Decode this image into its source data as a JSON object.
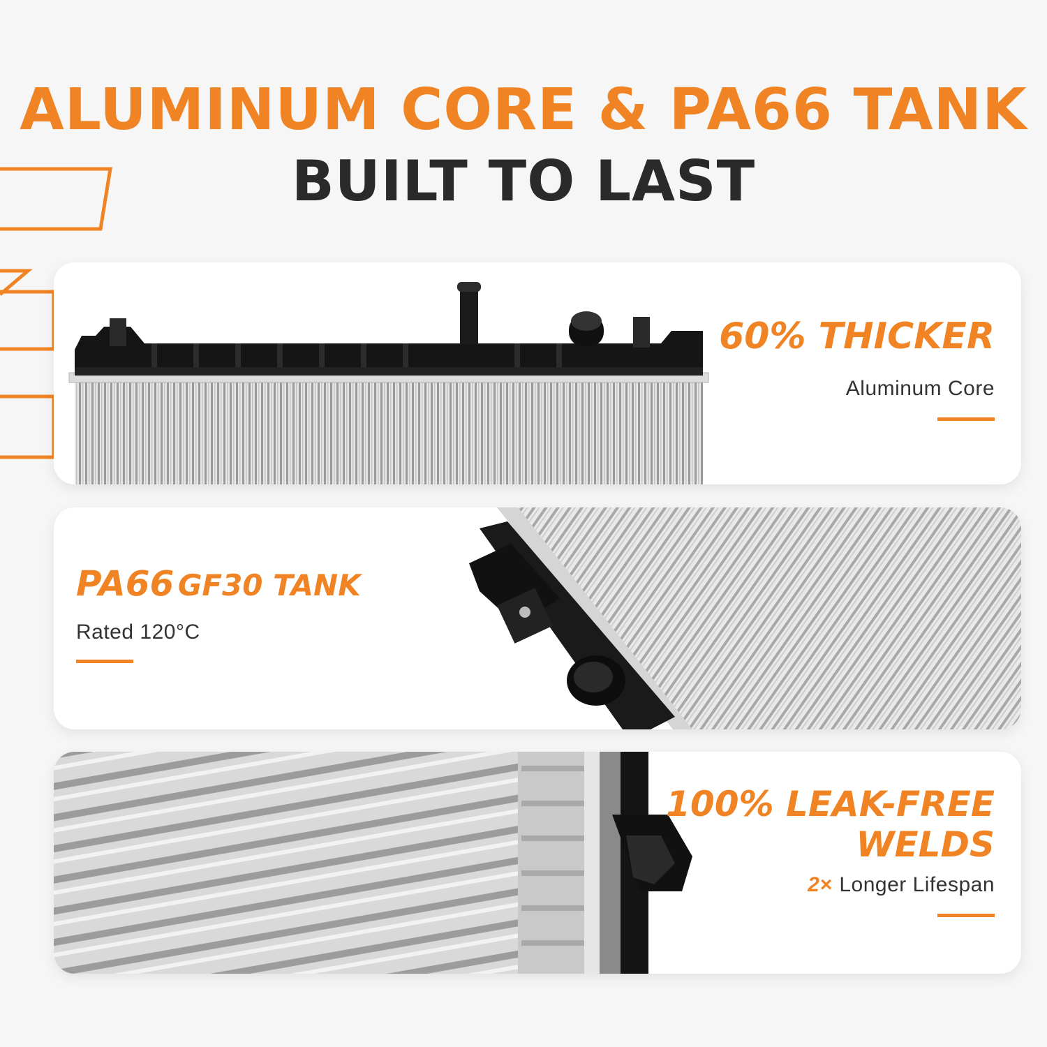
{
  "header": {
    "title": "ALUMINUM CORE & PA66 TANK",
    "subtitle": "BUILT TO LAST"
  },
  "colors": {
    "accent": "#f08424",
    "dark_text": "#2a2a2a",
    "background": "#f6f6f6"
  },
  "features": [
    {
      "title": "60% THICKER",
      "subtitle": "Aluminum Core",
      "image": "radiator-top-tank"
    },
    {
      "title_main": "PA66",
      "title_rest": "GF30 TANK",
      "subtitle": "Rated 120°C",
      "image": "radiator-side-tank"
    },
    {
      "title_line1": "100% LEAK-FREE",
      "title_line2": "WELDS",
      "multiplier": "2×",
      "subtitle": "Longer Lifespan",
      "image": "radiator-weld-closeup"
    }
  ]
}
